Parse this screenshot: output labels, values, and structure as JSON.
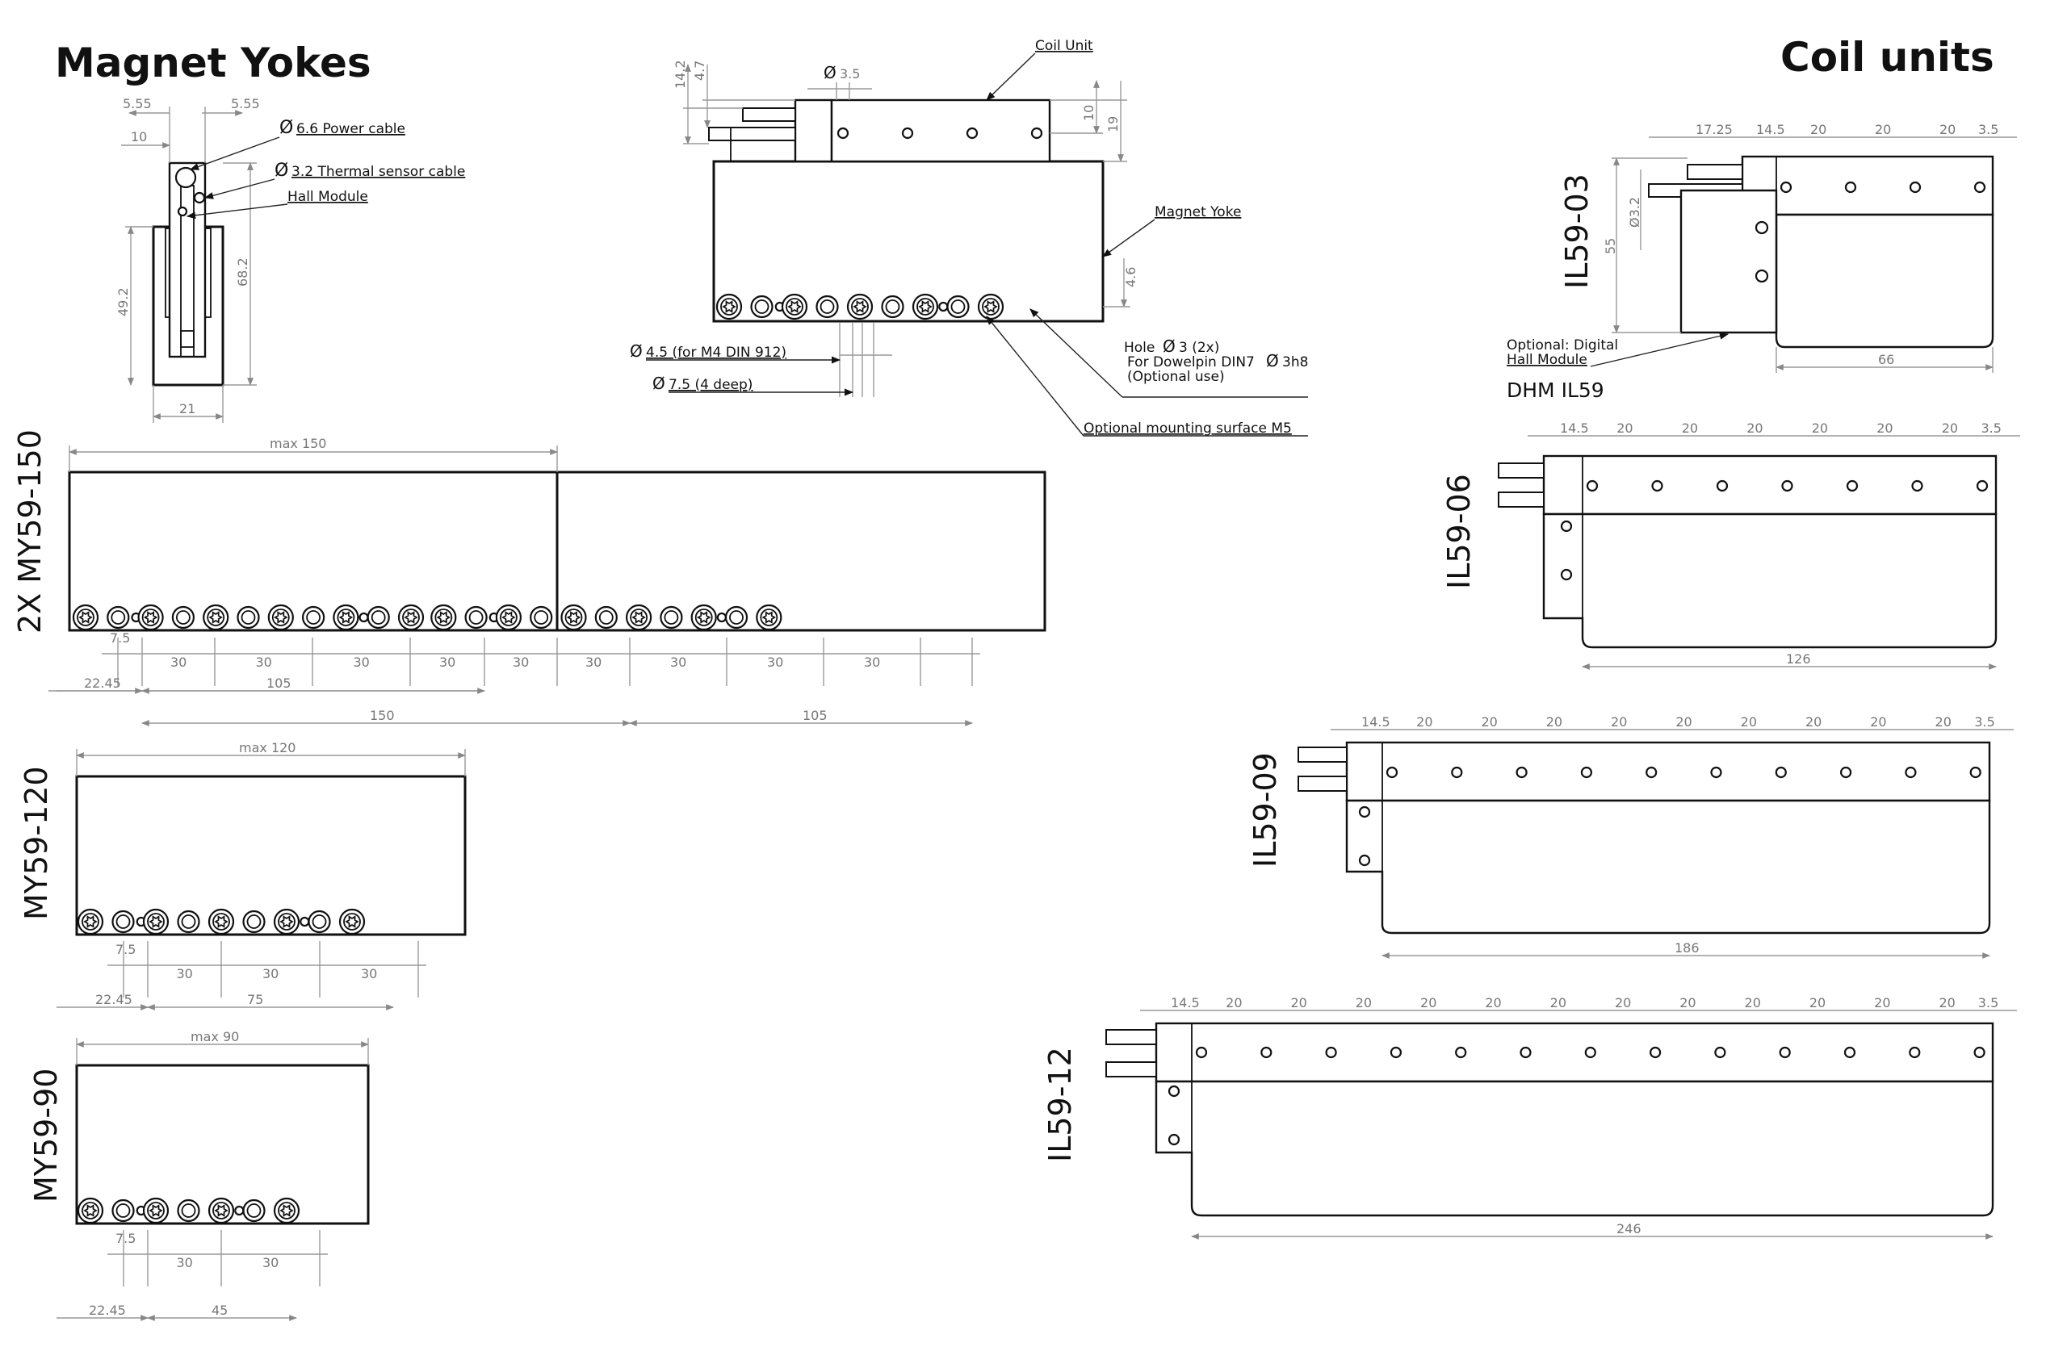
{
  "headings": {
    "magnet_yokes": "Magnet Yokes",
    "coil_units": "Coil units"
  },
  "side_view": {
    "dims": [
      "5.55",
      "5.55",
      "10",
      "49.2",
      "68.2",
      "21"
    ],
    "callouts": {
      "power_cable": {
        "symbol": "Ø",
        "text": "6.6 Power cable"
      },
      "thermal_sensor": {
        "symbol": "Ø",
        "text": "3.2 Thermal sensor cable"
      },
      "hall_module": "Hall Module"
    }
  },
  "assembly_view": {
    "dims": {
      "h1": "14.2",
      "h2": "4.7",
      "dia": "3.5",
      "d10": "10",
      "d19": "19",
      "d46": "4.6"
    },
    "callouts": {
      "coil_unit": "Coil Unit",
      "magnet_yoke": "Magnet Yoke",
      "hole_line1": "Hole",
      "hole_dia": "3 (2x)",
      "hole_line2_prefix": "For Dowelpin DIN7",
      "hole_line2_fit": "3h8",
      "hole_line3": "(Optional use)",
      "dia_symbol": "Ø",
      "m4": "4.5 (for M4 DIN 912)",
      "deep": "7.5 (4 deep)",
      "mounting": "Optional mounting surface M5"
    }
  },
  "yokes": {
    "my150": {
      "label": "2X MY59-150",
      "max": "max 150",
      "top_row": [
        "7.5",
        "30",
        "30",
        "30",
        "30",
        "30",
        "30",
        "30",
        "30",
        "30"
      ],
      "row2": [
        "22.45",
        "105"
      ],
      "row3": [
        "150",
        "105"
      ]
    },
    "my120": {
      "label": "MY59-120",
      "max": "max 120",
      "top_row": [
        "7.5",
        "30",
        "30",
        "30"
      ],
      "row2": [
        "22.45",
        "75"
      ]
    },
    "my90": {
      "label": "MY59-90",
      "max": "max 90",
      "top_row": [
        "7.5",
        "30",
        "30"
      ],
      "row2": [
        "22.45",
        "45"
      ]
    }
  },
  "coils": {
    "il03": {
      "label": "IL59-03",
      "top_dims": [
        "17.25",
        "14.5",
        "20",
        "20",
        "20",
        "3.5"
      ],
      "side_dims": [
        "55",
        "Ø3.2"
      ],
      "length": "66",
      "hall_line1": "Optional: Digital",
      "hall_line2": "Hall Module",
      "dhm": "DHM IL59"
    },
    "il06": {
      "label": "IL59-06",
      "top_dims": [
        "14.5",
        "20",
        "20",
        "20",
        "20",
        "20",
        "20",
        "3.5"
      ],
      "length": "126"
    },
    "il09": {
      "label": "IL59-09",
      "top_dims": [
        "14.5",
        "20",
        "20",
        "20",
        "20",
        "20",
        "20",
        "20",
        "20",
        "20",
        "3.5"
      ],
      "length": "186"
    },
    "il12": {
      "label": "IL59-12",
      "top_dims": [
        "14.5",
        "20",
        "20",
        "20",
        "20",
        "20",
        "20",
        "20",
        "20",
        "20",
        "20",
        "20",
        "20",
        "3.5"
      ],
      "length": "246"
    }
  }
}
